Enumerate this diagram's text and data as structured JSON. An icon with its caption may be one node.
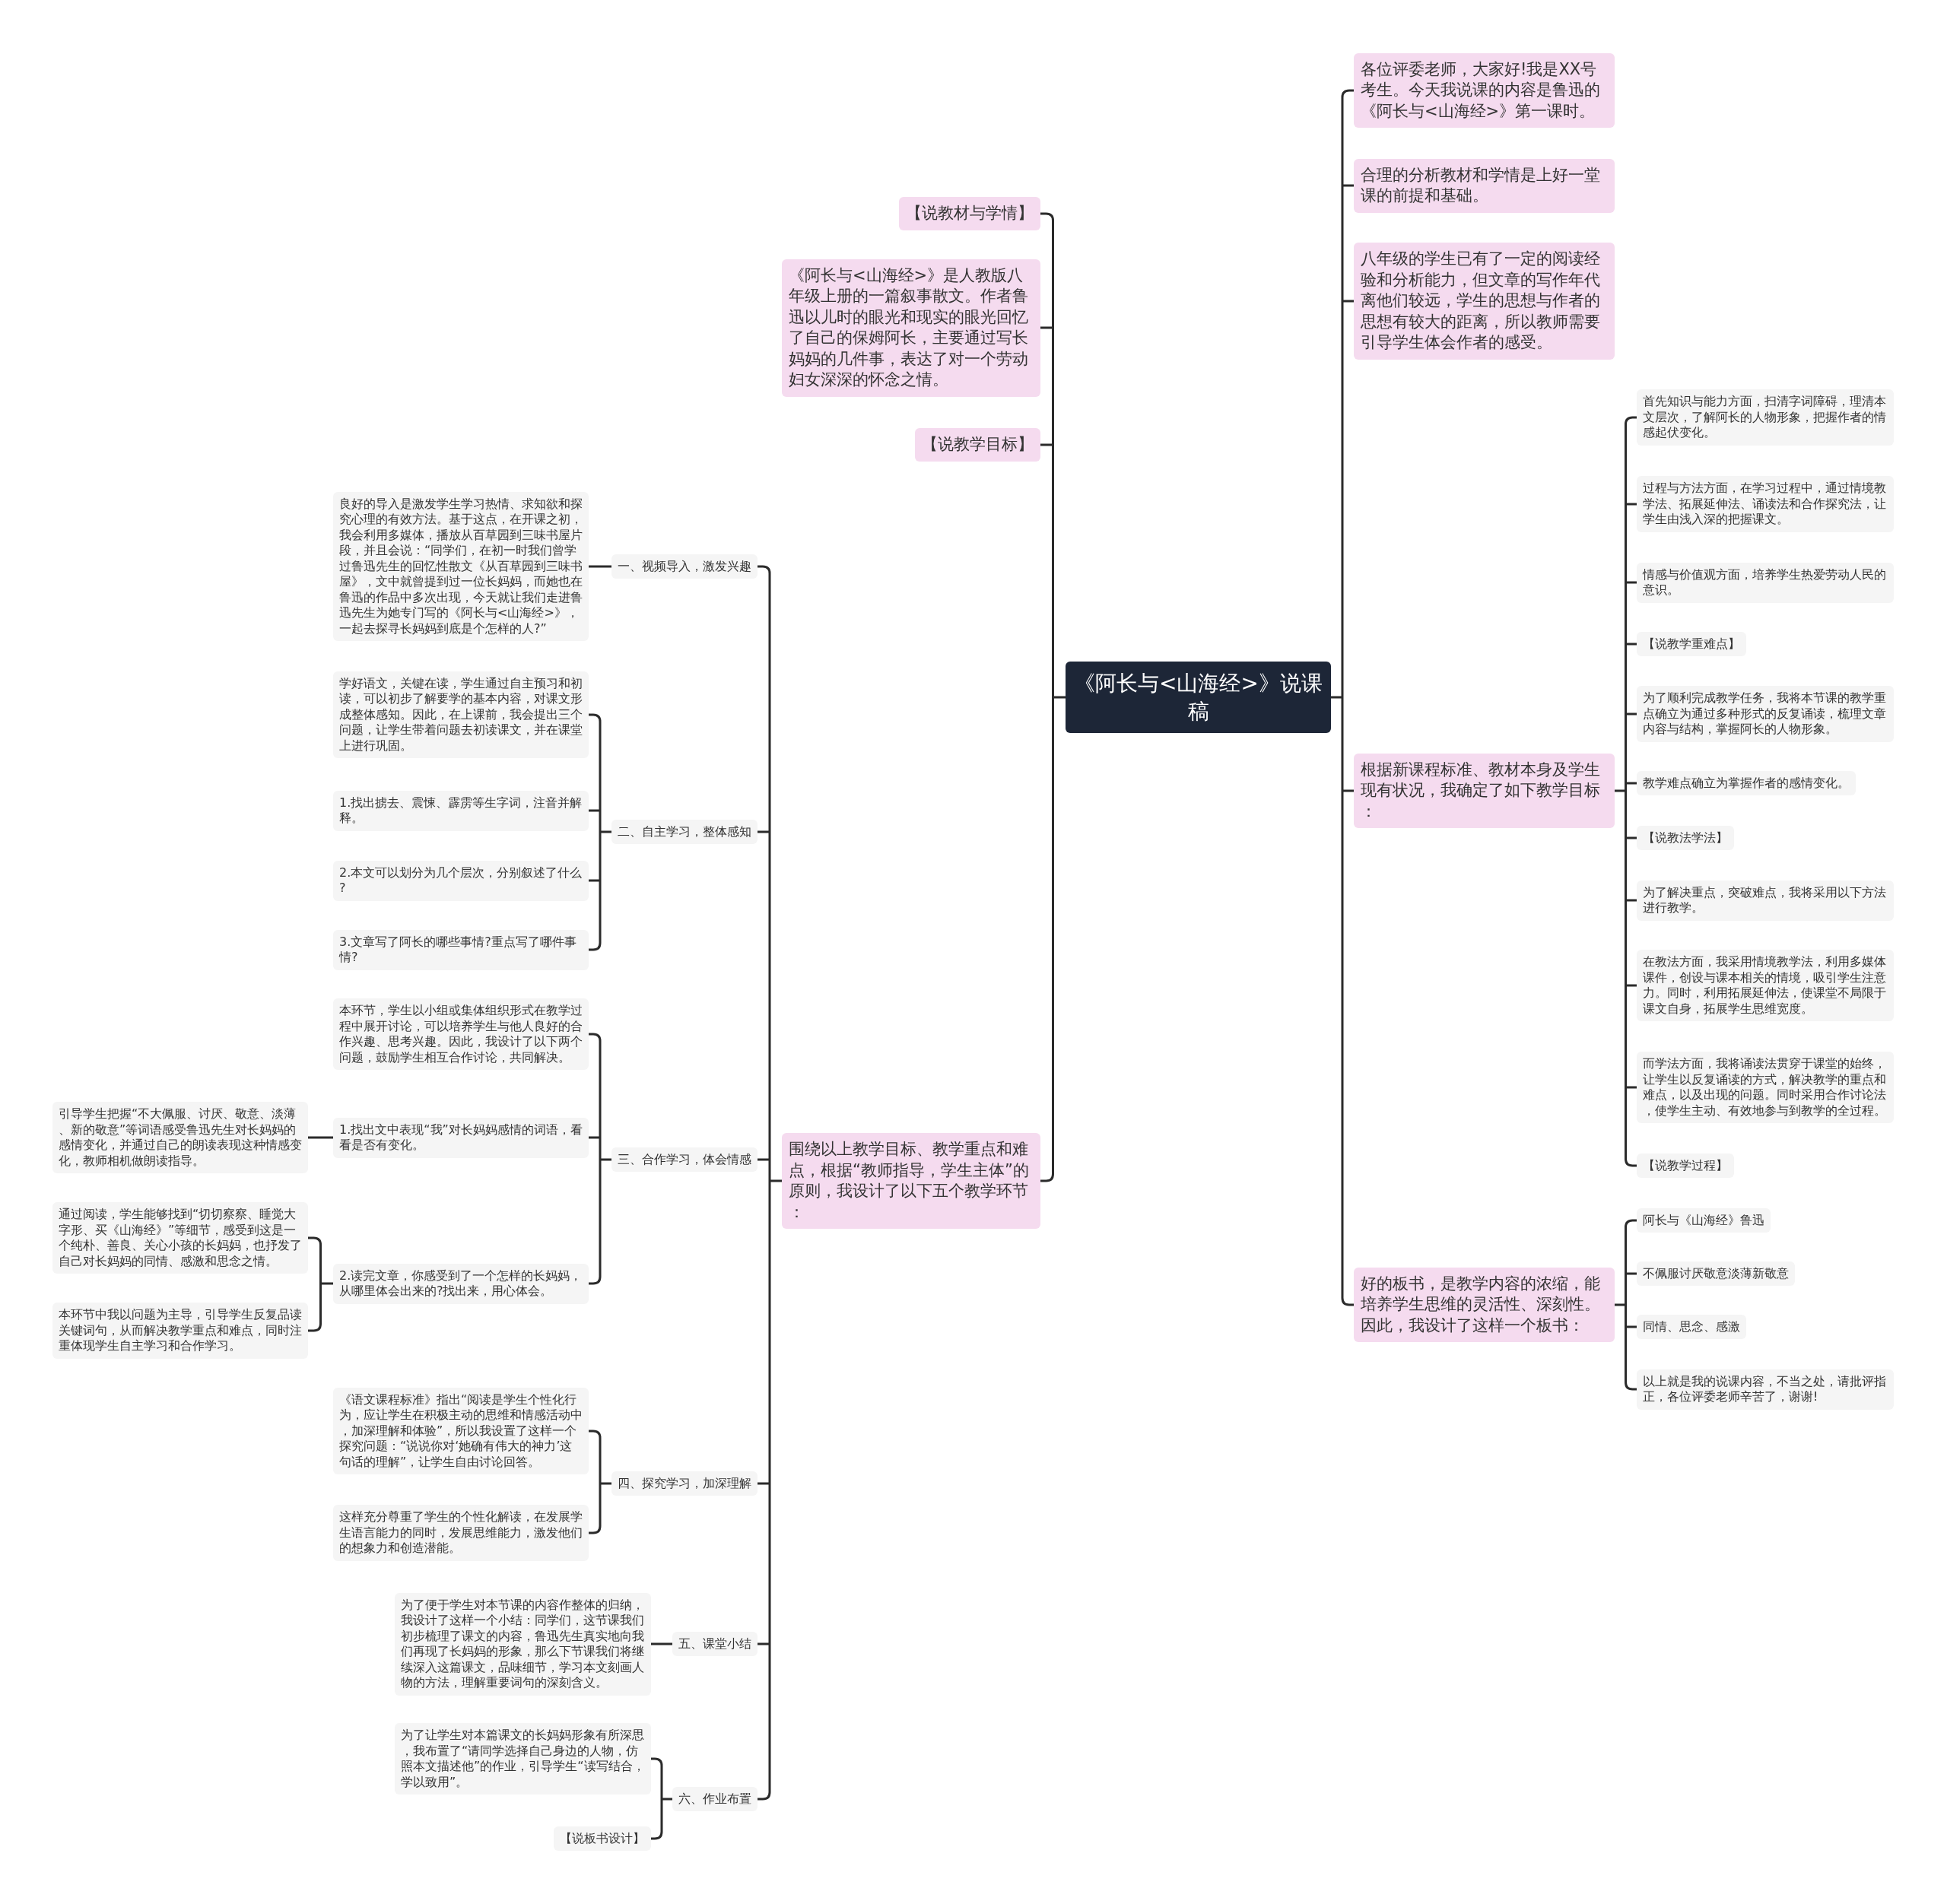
{
  "diagram": {
    "nodes": [
      {
        "text": [
          "《阿长与<山海经>》说课稿"
        ]
      },
      {
        "text": [
          "各位评委老师，大家好!我是XX号考生。今天我说课的内容是鲁迅的《阿长与<山海经>》第一课时。"
        ]
      },
      {
        "text": [
          "合理的分析教材和学情是上好一堂课的前提和基础。"
        ]
      },
      {
        "text": [
          "八年级的学生已有了一定的阅读经验和分析能力，但文章的写作年代离他们较远，学生的思想与作者的思想有较大的距离，所以教师需要引导学生体会作者的感受。"
        ]
      },
      {
        "text": [
          "根据新课程标准、教材本身及学生现有状况，我确定了如下教学目标："
        ]
      },
      {
        "text": [
          "首先知识与能力方面，扫清字词障碍，理清本文层次，了解阿长的人物形象，把握作者的情感起伏变化。"
        ]
      },
      {
        "text": [
          "过程与方法方面，在学习过程中，通过情境教学法、拓展延伸法、诵读法和合作探究法，让学生由浅入深的把握课文。"
        ]
      },
      {
        "text": [
          "情感与价值观方面，培养学生热爱劳动人民的意识。"
        ]
      },
      {
        "text": [
          "【说教学重难点】"
        ]
      },
      {
        "text": [
          "为了顺利完成教学任务，我将本节课的教学重点确立为通过多种形式的反复诵读，梳理文章内容与结构，掌握阿长的人物形象。"
        ]
      },
      {
        "text": [
          "教学难点确立为掌握作者的感情变化。"
        ]
      },
      {
        "text": [
          "【说教法学法】"
        ]
      },
      {
        "text": [
          "为了解决重点，突破难点，我将采用以下方法进行教学。"
        ]
      },
      {
        "text": [
          "在教法方面，我采用情境教学法，利用多媒体课件，创设与课本相关的情境，吸引学生注意力。同时，利用拓展延伸法，使课堂不局限于课文自身，拓展学生思维宽度。"
        ]
      },
      {
        "text": [
          "而学法方面，我将诵读法贯穿于课堂的始终，让学生以反复诵读的方式，解决教学的重点和难点，以及出现的问题。同时采用合作讨论法，使学生主动、有效地参与到教学的全过程。"
        ]
      },
      {
        "text": [
          "【说教学过程】"
        ]
      },
      {
        "text": [
          "好的板书，是教学内容的浓缩，能培养学生思维的灵活性、深刻性。因此，我设计了这样一个板书："
        ]
      },
      {
        "text": [
          "阿长与《山海经》鲁迅"
        ]
      },
      {
        "text": [
          "不佩服讨厌敬意淡薄新敬意"
        ]
      },
      {
        "text": [
          "同情、思念、感激"
        ]
      },
      {
        "text": [
          "以上就是我的说课内容，不当之处，请批评指正，各位评委老师辛苦了，谢谢!"
        ]
      },
      {
        "text": [
          "【说教材与学情】"
        ]
      },
      {
        "text": [
          "《阿长与<山海经>》是人教版八年级上册的一篇叙事散文。作者鲁迅以儿时的眼光和现实的眼光回忆了自己的保姆阿长，主要通过写长妈妈的几件事，表达了对一个劳动妇女深深的怀念之情。"
        ]
      },
      {
        "text": [
          "【说教学目标】"
        ]
      },
      {
        "text": [
          "围绕以上教学目标、教学重点和难点，根据“教师指导，学生主体”的原则，我设计了以下五个教学环节："
        ]
      },
      {
        "text": [
          "一、视频导入，激发兴趣"
        ]
      },
      {
        "text": [
          "良好的导入是激发学生学习热情、求知欲和探究心理的有效方法。基于这点，在开课之初，我会利用多媒体，播放从百草园到三味书屋片段，并且会说：“同学们，在初一时我们曾学过鲁迅先生的回忆性散文《从百草园到三味书屋》，文中就曾提到过一位长妈妈，而她也在鲁迅的作品中多次出现，今天就让我们走进鲁迅先生为她专门写的《阿长与<山海经>》，一起去探寻长妈妈到底是个怎样的人?”"
        ]
      },
      {
        "text": [
          "二、自主学习，整体感知"
        ]
      },
      {
        "text": [
          "学好语文，关键在读，学生通过自主预习和初读，可以初步了解要学的基本内容，对课文形成整体感知。因此，在上课前，我会提出三个问题，让学生带着问题去初读课文，并在课堂上进行巩固。"
        ]
      },
      {
        "text": [
          "1.找出掳去、震悚、霹雳等生字词，注音并解释。"
        ]
      },
      {
        "text": [
          "2.本文可以划分为几个层次，分别叙述了什么?"
        ]
      },
      {
        "text": [
          "3.文章写了阿长的哪些事情?重点写了哪件事情?"
        ]
      },
      {
        "text": [
          "三、合作学习，体会情感"
        ]
      },
      {
        "text": [
          "本环节，学生以小组或集体组织形式在教学过程中展开讨论，可以培养学生与他人良好的合作兴趣、思考兴趣。因此，我设计了以下两个问题，鼓励学生相互合作讨论，共同解决。"
        ]
      },
      {
        "text": [
          "1.找出文中表现“我”对长妈妈感情的词语，看看是否有变化。"
        ]
      },
      {
        "text": [
          "引导学生把握“不大佩服、讨厌、敬意、淡薄、新的敬意”等词语感受鲁迅先生对长妈妈的感情变化，并通过自己的朗读表现这种情感变化，教师相机做朗读指导。"
        ]
      },
      {
        "text": [
          "2.读完文章，你感受到了一个怎样的长妈妈，从哪里体会出来的?找出来，用心体会。"
        ]
      },
      {
        "text": [
          "通过阅读，学生能够找到“切切察察、睡觉大字形、买《山海经》”等细节，感受到这是一个纯朴、善良、关心小孩的长妈妈，也抒发了自己对长妈妈的同情、感激和思念之情。"
        ]
      },
      {
        "text": [
          "本环节中我以问题为主导，引导学生反复品读关键词句，从而解决教学重点和难点，同时注重体现学生自主学习和合作学习。"
        ]
      },
      {
        "text": [
          "四、探究学习，加深理解"
        ]
      },
      {
        "text": [
          "《语文课程标准》指出“阅读是学生个性化行为，应让学生在积极主动的思维和情感活动中，加深理解和体验”，所以我设置了这样一个探究问题：“说说你对‘她确有伟大的神力’这句话的理解”，让学生自由讨论回答。"
        ]
      },
      {
        "text": [
          "这样充分尊重了学生的个性化解读，在发展学生语言能力的同时，发展思维能力，激发他们的想象力和创造潜能。"
        ]
      },
      {
        "text": [
          "五、课堂小结"
        ]
      },
      {
        "text": [
          "为了便于学生对本节课的内容作整体的归纳，我设计了这样一个小结：同学们，这节课我们初步梳理了课文的内容，鲁迅先生真实地向我们再现了长妈妈的形象，那么下节课我们将继续深入这篇课文，品味细节，学习本文刻画人物的方法，理解重要词句的深刻含义。"
        ]
      },
      {
        "text": [
          "六、作业布置"
        ]
      },
      {
        "text": [
          "为了让学生对本篇课文的长妈妈形象有所深思，我布置了“请同学选择自己身边的人物，仿照本文描述他”的作业，引导学生“读写结合，学以致用”。"
        ]
      },
      {
        "text": [
          "【说板书设计】"
        ]
      }
    ],
    "edges": [
      {
        "from": 0,
        "to": 1,
        "arrow": "none"
      },
      {
        "from": 0,
        "to": 2,
        "arrow": "none"
      },
      {
        "from": 0,
        "to": 3,
        "arrow": "none"
      },
      {
        "from": 0,
        "to": 4,
        "arrow": "none"
      },
      {
        "from": 4,
        "to": 5,
        "arrow": "none"
      },
      {
        "from": 4,
        "to": 6,
        "arrow": "none"
      },
      {
        "from": 4,
        "to": 7,
        "arrow": "none"
      },
      {
        "from": 4,
        "to": 8,
        "arrow": "none"
      },
      {
        "from": 4,
        "to": 9,
        "arrow": "none"
      },
      {
        "from": 4,
        "to": 10,
        "arrow": "none"
      },
      {
        "from": 4,
        "to": 11,
        "arrow": "none"
      },
      {
        "from": 4,
        "to": 12,
        "arrow": "none"
      },
      {
        "from": 4,
        "to": 13,
        "arrow": "none"
      },
      {
        "from": 4,
        "to": 14,
        "arrow": "none"
      },
      {
        "from": 4,
        "to": 15,
        "arrow": "none"
      },
      {
        "from": 0,
        "to": 16,
        "arrow": "none"
      },
      {
        "from": 16,
        "to": 17,
        "arrow": "none"
      },
      {
        "from": 16,
        "to": 18,
        "arrow": "none"
      },
      {
        "from": 16,
        "to": 19,
        "arrow": "none"
      },
      {
        "from": 16,
        "to": 20,
        "arrow": "none"
      },
      {
        "from": 0,
        "to": 21,
        "arrow": "none"
      },
      {
        "from": 0,
        "to": 22,
        "arrow": "none"
      },
      {
        "from": 0,
        "to": 23,
        "arrow": "none"
      },
      {
        "from": 0,
        "to": 24,
        "arrow": "none"
      },
      {
        "from": 24,
        "to": 25,
        "arrow": "none"
      },
      {
        "from": 25,
        "to": 26,
        "arrow": "none"
      },
      {
        "from": 24,
        "to": 27,
        "arrow": "none"
      },
      {
        "from": 27,
        "to": 28,
        "arrow": "none"
      },
      {
        "from": 27,
        "to": 29,
        "arrow": "none"
      },
      {
        "from": 27,
        "to": 30,
        "arrow": "none"
      },
      {
        "from": 27,
        "to": 31,
        "arrow": "none"
      },
      {
        "from": 24,
        "to": 32,
        "arrow": "none"
      },
      {
        "from": 32,
        "to": 33,
        "arrow": "none"
      },
      {
        "from": 32,
        "to": 34,
        "arrow": "none"
      },
      {
        "from": 34,
        "to": 35,
        "arrow": "none"
      },
      {
        "from": 32,
        "to": 36,
        "arrow": "none"
      },
      {
        "from": 36,
        "to": 37,
        "arrow": "none"
      },
      {
        "from": 36,
        "to": 38,
        "arrow": "none"
      },
      {
        "from": 24,
        "to": 39,
        "arrow": "none"
      },
      {
        "from": 39,
        "to": 40,
        "arrow": "none"
      },
      {
        "from": 39,
        "to": 41,
        "arrow": "none"
      },
      {
        "from": 24,
        "to": 42,
        "arrow": "none"
      },
      {
        "from": 42,
        "to": 43,
        "arrow": "none"
      },
      {
        "from": 24,
        "to": 44,
        "arrow": "none"
      },
      {
        "from": 44,
        "to": 45,
        "arrow": "none"
      },
      {
        "from": 44,
        "to": 46,
        "arrow": "none"
      }
    ]
  }
}
